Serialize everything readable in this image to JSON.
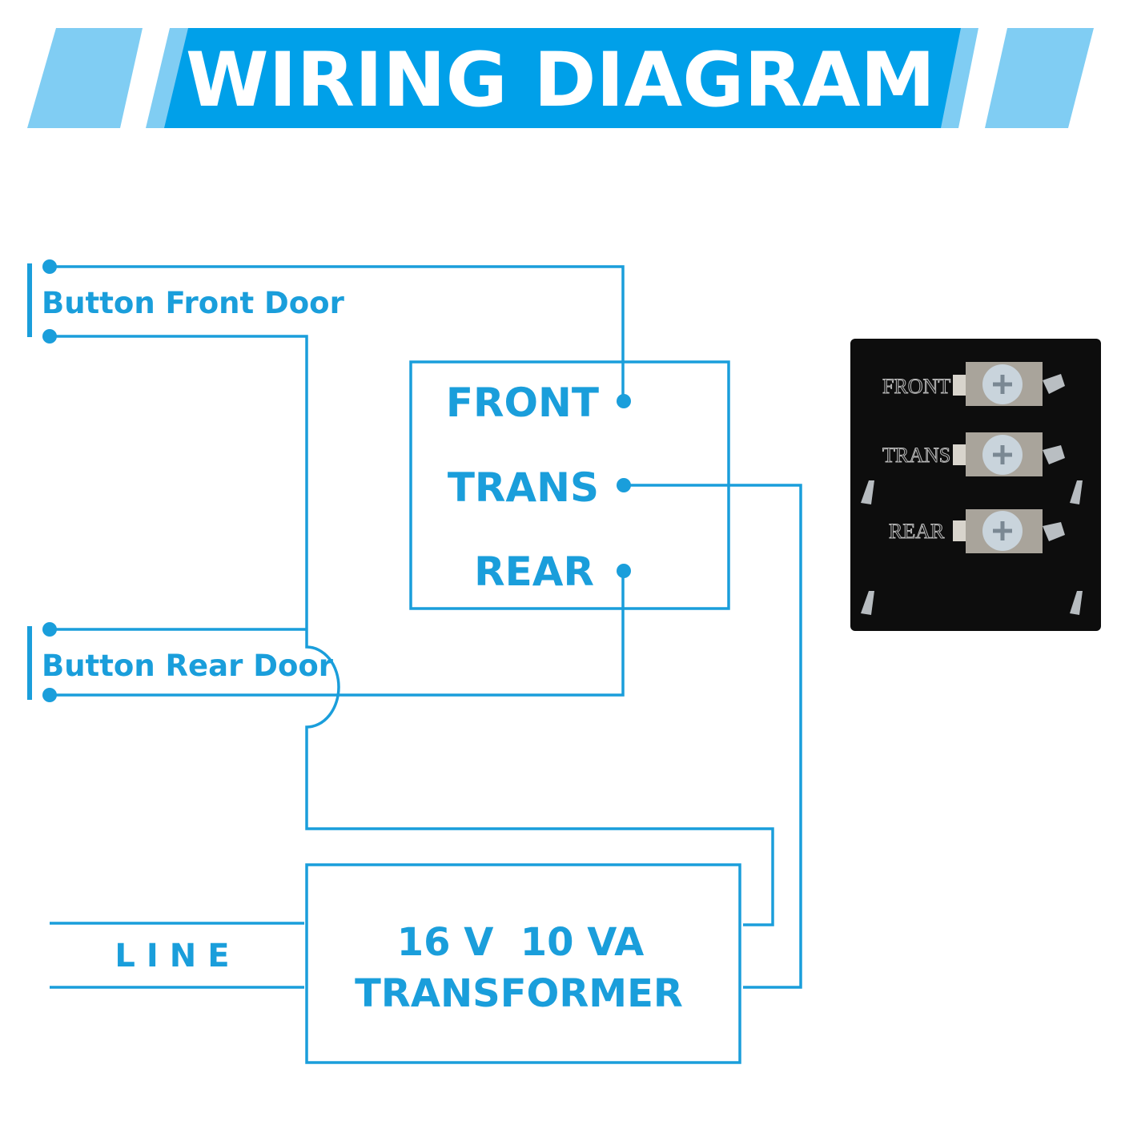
{
  "header": {
    "title": "WIRING DIAGRAM"
  },
  "buttons": {
    "front": "Button Front Door",
    "rear": "Button Rear Door"
  },
  "chime_terminals": {
    "front": "FRONT",
    "trans": "TRANS",
    "rear": "REAR"
  },
  "transformer": {
    "rating": "16 V  10 VA",
    "label": "TRANSFORMER"
  },
  "line_label": "LINE",
  "photo_labels": {
    "front": "FRONT",
    "trans": "TRANS",
    "rear": "REAR"
  },
  "colors": {
    "primary": "#00a0e9",
    "light": "#80cdf3",
    "wire": "#1a9edb"
  }
}
